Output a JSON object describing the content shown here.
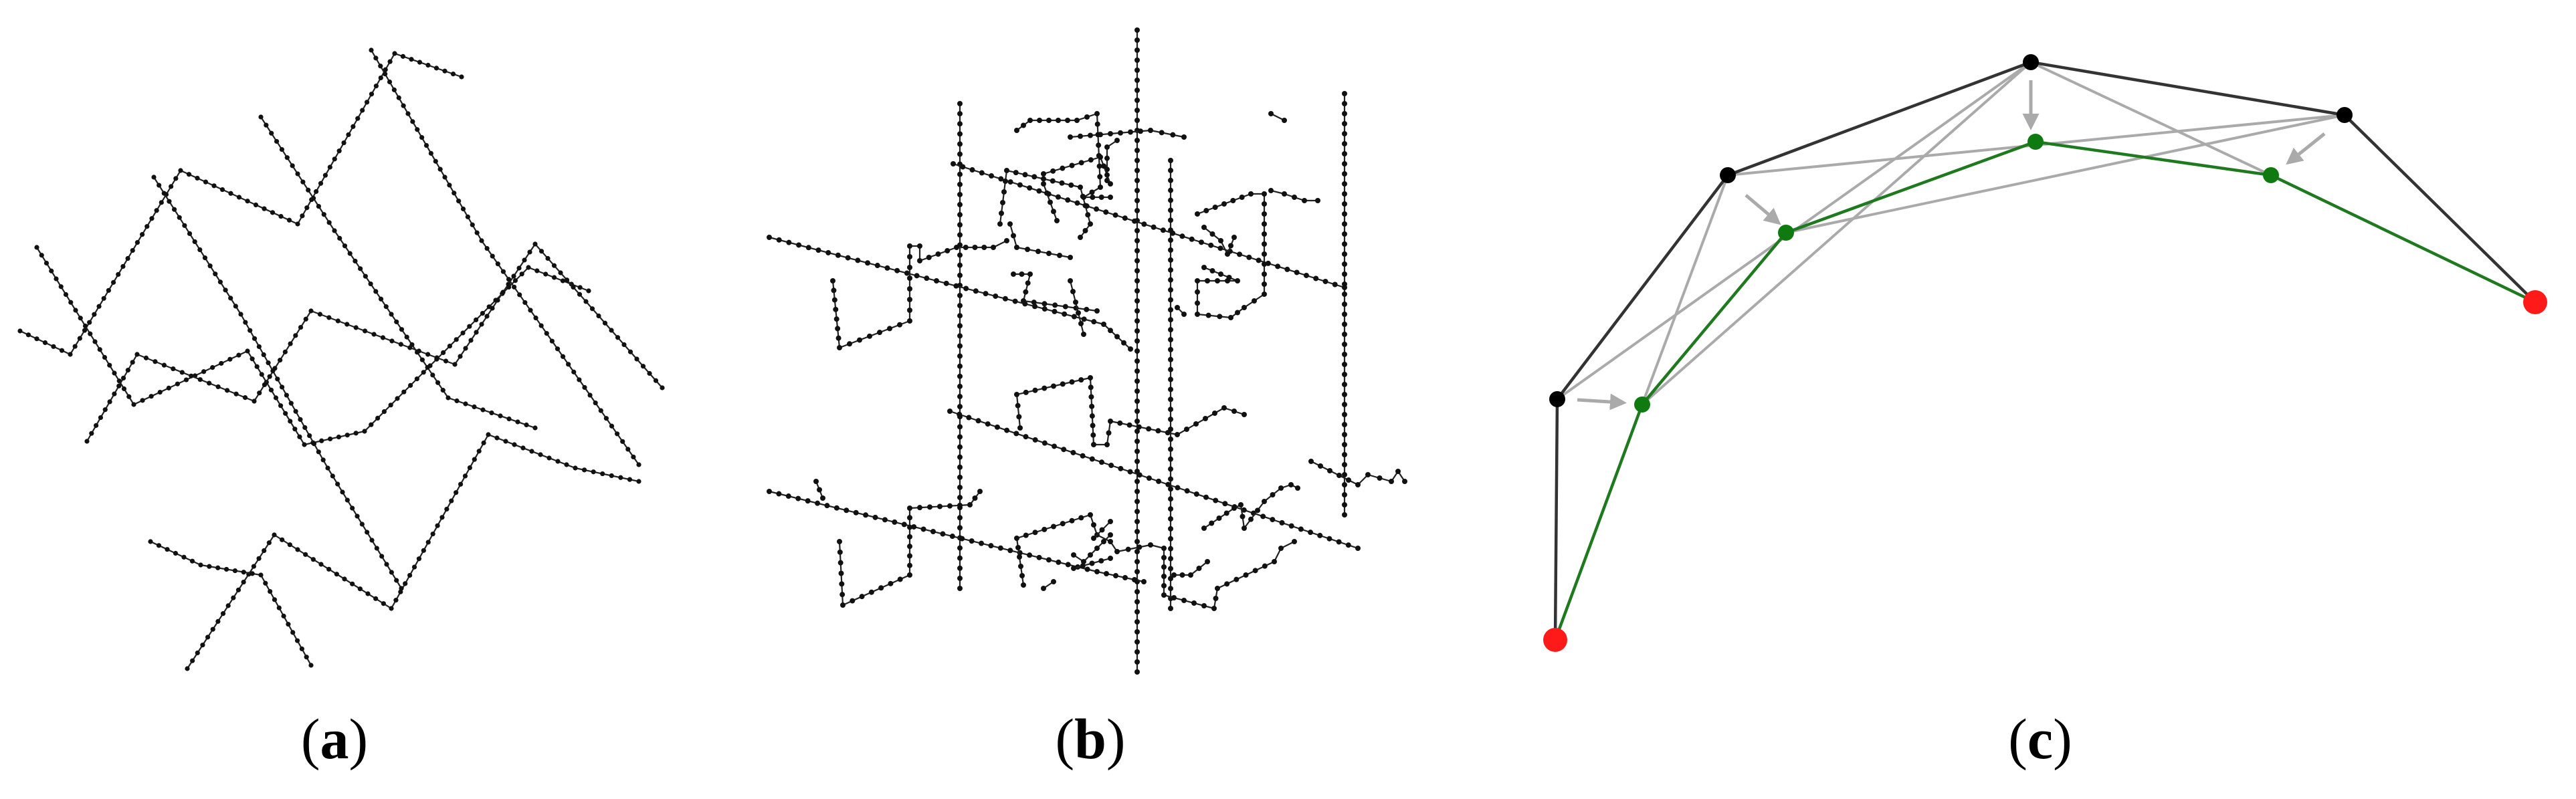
{
  "captions": {
    "a": {
      "open": "(",
      "letter": "a",
      "close": ")"
    },
    "b": {
      "open": "(",
      "letter": "b",
      "close": ")"
    },
    "c": {
      "open": "(",
      "letter": "c",
      "close": ")"
    }
  },
  "colors": {
    "line": "#222222",
    "bead": "#111111",
    "gray": "#aaaaaa",
    "green": "#1f7a1f",
    "green_node": "#0f7a0f",
    "red": "#ff1a1a",
    "black_node": "#000000"
  },
  "icons": {
    "arrow": "arrowhead-icon"
  }
}
